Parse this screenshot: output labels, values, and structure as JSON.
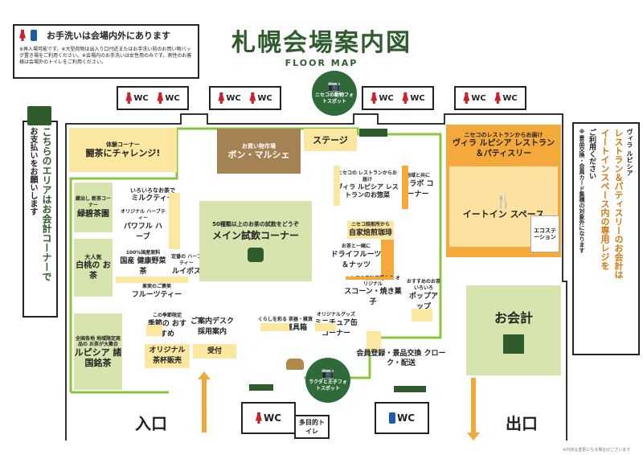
{
  "header": {
    "title": "札幌会場案内図",
    "subtitle": "FLOOR MAP",
    "restroom_notice": "お手洗いは会場内外にあります",
    "fine_print": "※再入場可能です。※大型荷物は出入り口付近またはお手洗い前のお買い物バッグ置き場をご利用ください。※会場内のお手洗いは女性用のみです。男性のお客様は会場外のトイレをご利用ください。"
  },
  "restrooms": {
    "wc_label": "WC",
    "multi_purpose": "多目的トイレ"
  },
  "entrances": {
    "entrance": "入口",
    "exit": "出口"
  },
  "left_sign": {
    "line1": "こちらのエリアはお会計コーナーで",
    "line2": "お支払いをお願いします"
  },
  "right_sign": {
    "line1": "ヴィラ ルピシア",
    "line2": "レストラン＆パティスリーのお会計は",
    "line3": "イートインスペース内の専用レジを",
    "line4": "ご利用ください",
    "line5": "※景品交換・会員カード集積の対象外になります"
  },
  "photo_spots": {
    "top": "ニセコの動物フォトスポット",
    "bottom": "ラクダと王子フォトスポット"
  },
  "booths": {
    "toucha": {
      "sub": "体験コーナー",
      "main": "闘茶にチャレンジ!"
    },
    "bon": {
      "sub": "お買い物市場",
      "main": "ボン・マルシェ"
    },
    "stage": {
      "main": "ステージ"
    },
    "restaurant": {
      "sub": "ニセコのレストランからお届け",
      "main": "ヴィラ ルピシア レストラン＆パティスリー"
    },
    "eat_in": {
      "main": "イートイン スペース"
    },
    "eco": {
      "main": "エコステーション"
    },
    "kaikei": {
      "main": "お会計"
    },
    "ryokucha": {
      "sub": "蔵出し 新茶コーナー",
      "main": "緑碧茶園"
    },
    "hakuto": {
      "sub": "大人気",
      "main": "白桃の お茶"
    },
    "milk": {
      "sub": "いろいろなお茶で",
      "main": "ミルクティー"
    },
    "herb": {
      "sub": "オリジナル ハーブティー",
      "main": "パワフル ハーブ"
    },
    "yasai": {
      "sub": "100%国産原料",
      "main": "国産 健康野菜茶"
    },
    "rooibos": {
      "sub": "定番の ハーブティー",
      "main": "ルイボス"
    },
    "fruit": {
      "sub": "果実のご褒美",
      "main": "フルーツティー"
    },
    "main_tasting": {
      "sub": "50種類以上のお茶の試飲をどうぞ",
      "main": "メイン試飲コーナー"
    },
    "villa_sozai": {
      "sub": "ニセコの レストランからお届け",
      "main": "ヴィラ ルピシア レストランのお惣菜"
    },
    "collabo": {
      "sub": "地域と共に",
      "main": "コラボ コーナー"
    },
    "coffee": {
      "sub": "ニセコ焙煎所から",
      "main": "自家焙煎珈琲"
    },
    "dry_fruit": {
      "sub": "お茶と一緒に",
      "main": "ドライフルーツ ＆ナッツ"
    },
    "scone": {
      "sub": "ニセコの自社工場から オリジナル",
      "main": "スコーン・焼き菓子"
    },
    "popup": {
      "sub": "おすすめのお茶 いろいろ",
      "main": "ポップアップ"
    },
    "shoko": {
      "sub": "全国各地 地域限定商品の お茶が大集合",
      "main": "ルピシア 諸国銘茶"
    },
    "kisetsu": {
      "sub": "この季節限定",
      "main": "季節の おすすめ"
    },
    "annai": {
      "main": "ご案内デスク 採用案内"
    },
    "dougu": {
      "sub": "くらしを彩る 茶器・雑貨",
      "main": "お茶の道具箱"
    },
    "miniature": {
      "sub": "オリジナルグッズ",
      "main": "ミニチュア缶 コーナー"
    },
    "chahai": {
      "main": "オリジナル 茶杯販売"
    },
    "uketsuke": {
      "main": "受付"
    },
    "kaiin": {
      "main": "会員登録・景品交換 クローク・配送"
    }
  },
  "footer": {
    "note": "※内容は変更になる場合がございます"
  },
  "colors": {
    "brand_green": "#2f5c2d",
    "accent_orange": "#f6a93b",
    "light_yellow": "#fbe7a0",
    "light_green": "#d7e4ad",
    "brown": "#a48253"
  }
}
